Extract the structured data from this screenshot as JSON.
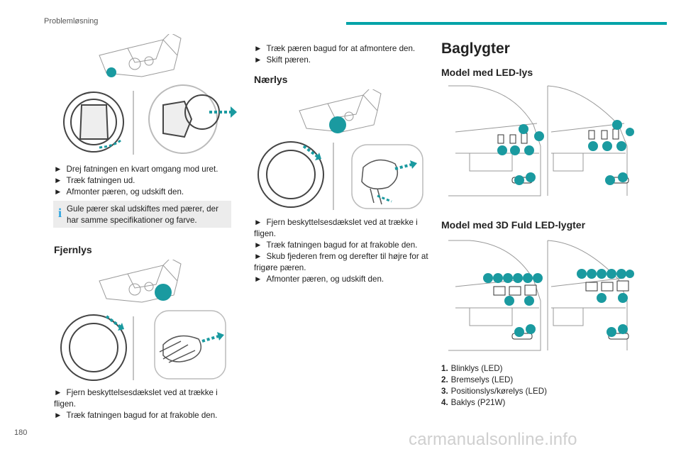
{
  "header": {
    "section_title": "Problemløsning",
    "accent_color": "#00a3a8"
  },
  "page_number": "180",
  "watermark": "carmanualsonline.info",
  "col1": {
    "steps_a": [
      "Drej fatningen en kvart omgang mod uret.",
      "Træk fatningen ud.",
      "Afmonter pæren, og udskift den."
    ],
    "note": "Gule pærer skal udskiftes med pærer, der har samme specifikationer og farve.",
    "fjernlys_heading": "Fjernlys",
    "steps_b": [
      "Fjern beskyttelsesdækslet ved at trække i fligen.",
      "Træk fatningen bagud for at frakoble den."
    ]
  },
  "col2": {
    "steps_a": [
      "Træk pæren bagud for at afmontere den.",
      "Skift pæren."
    ],
    "naerlys_heading": "Nærlys",
    "steps_b": [
      "Fjern beskyttelsesdækslet ved at trække i fligen.",
      "Træk fatningen bagud for at frakoble den.",
      "Skub fjederen frem og derefter til højre for at frigøre pæren.",
      "Afmonter pæren, og udskift den."
    ]
  },
  "col3": {
    "title": "Baglygter",
    "led_heading": "Model med LED-lys",
    "full_led_heading": "Model med 3D Fuld LED-lygter",
    "legend": [
      {
        "num": "1.",
        "text": "Blinklys (LED)"
      },
      {
        "num": "2.",
        "text": "Bremselys (LED)"
      },
      {
        "num": "3.",
        "text": "Positionslys/kørelys (LED)"
      },
      {
        "num": "4.",
        "text": "Baklys (P21W)"
      }
    ]
  },
  "arrow_glyph": "►",
  "note_icon": "i",
  "callout_color": "#1a9aa0"
}
